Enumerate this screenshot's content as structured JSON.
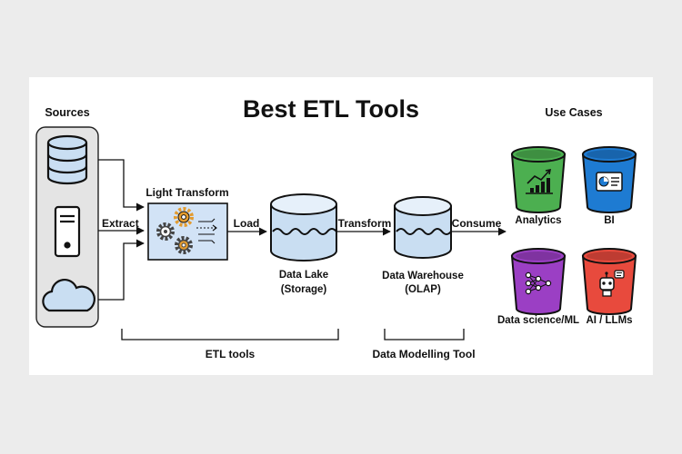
{
  "title": "Best ETL Tools",
  "sources": {
    "heading": "Sources"
  },
  "use_cases": {
    "heading": "Use Cases",
    "items": [
      {
        "label": "Analytics",
        "color": "#4caf50",
        "icon": "chart-icon"
      },
      {
        "label": "BI",
        "color": "#1e7bd2",
        "icon": "dashboard-icon"
      },
      {
        "label": "Data science/ML",
        "color": "#9b3fc4",
        "icon": "neural-network-icon"
      },
      {
        "label": "AI / LLMs",
        "color": "#e84a3d",
        "icon": "robot-icon"
      }
    ]
  },
  "flow": {
    "extract": "Extract",
    "light_transform": "Light Transform",
    "load": "Load",
    "transform": "Transform",
    "consume": "Consume"
  },
  "storage": {
    "lake_title": "Data Lake",
    "lake_sub": "(Storage)",
    "warehouse_title": "Data Warehouse",
    "warehouse_sub": "(OLAP)"
  },
  "brackets": {
    "etl": "ETL tools",
    "modelling": "Data Modelling Tool"
  },
  "colors": {
    "cylinder_fill": "#c9def2",
    "transform_box": "#d2e3f6",
    "gear": "#e39b2e",
    "gear_dark": "#444444",
    "sources_panel": "#e4e4e4"
  }
}
